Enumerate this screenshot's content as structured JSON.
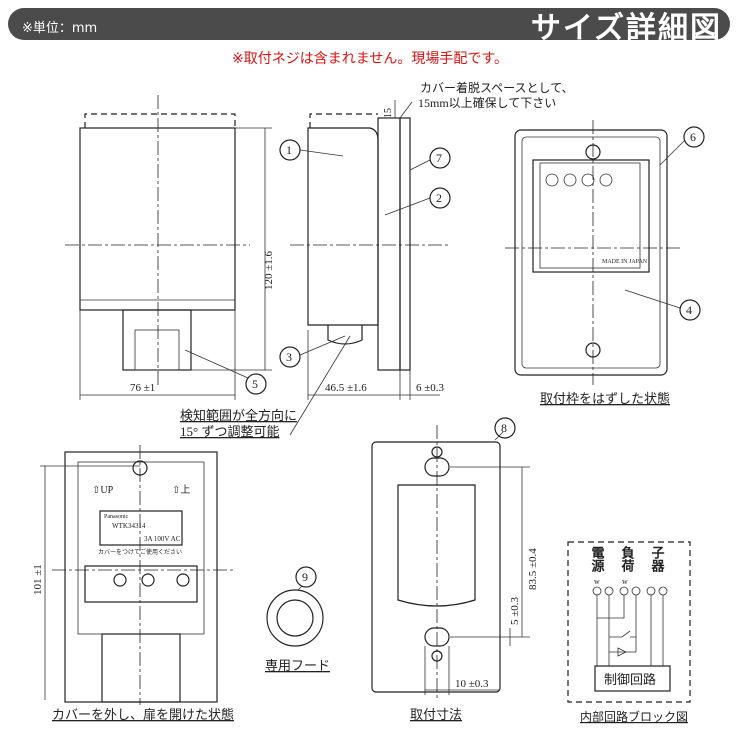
{
  "header": {
    "unit_label": "※単位：mm",
    "title": "サイズ詳細図"
  },
  "notice": "※取付ネジは含まれません。現場手配です。",
  "callouts": {
    "cover_space_1": "カバー着脱スペースとして、",
    "cover_space_2": "15mm以上確保して下さい",
    "detection_1": "検知範囲が全方向に",
    "detection_2": "15°  ずつ調整可能"
  },
  "dimensions": {
    "height": "120 ±1.6",
    "width": "76 ±1",
    "depth": "46.5 ±1.6",
    "plate_thickness": "6 ±0.3",
    "clearance": "15",
    "inner_height": "101 ±1",
    "plate_pitch": "83.5 ±0.4",
    "hole_offset": "5 ±0.3",
    "hole_width": "10 ±0.3"
  },
  "part_numbers": [
    "1",
    "2",
    "3",
    "4",
    "5",
    "6",
    "7",
    "8",
    "9"
  ],
  "captions": {
    "frame_removed": "取付枠をはずした状態",
    "cover_open": "カバーを外し、扉を開けた状態",
    "hood": "専用フード",
    "mounting": "取付寸法",
    "circuit": "内部回路ブロック図"
  },
  "device_labels": {
    "up": "⇧UP",
    "up_jp": "⇧上",
    "model": "WTK34314",
    "rating": "3A 100V AC",
    "cover_notice": "カバーをつけてご使用ください",
    "brand": "Panasonic",
    "made_in": "MADE IN JAPAN"
  },
  "circuit": {
    "power": "電源",
    "load": "負荷",
    "slave": "子器",
    "w1": "w",
    "w2": "w",
    "control": "制御回路"
  }
}
